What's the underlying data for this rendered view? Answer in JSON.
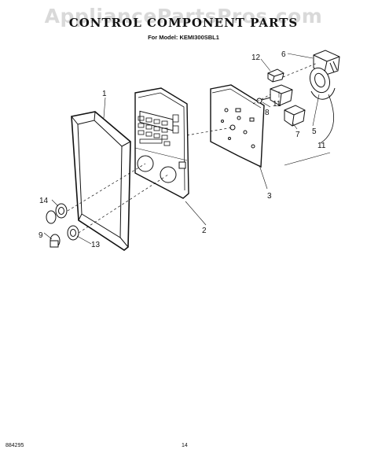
{
  "watermark": "AppliancePartsPros.com",
  "title": "CONTROL COMPONENT PARTS",
  "subtitle": "For Model: KEMI300SBL1",
  "footer": {
    "left_code": "884295",
    "page_number": "14"
  },
  "callouts": [
    "1",
    "2",
    "3",
    "5",
    "6",
    "7",
    "8",
    "9",
    "11",
    "12",
    "13",
    "14"
  ]
}
